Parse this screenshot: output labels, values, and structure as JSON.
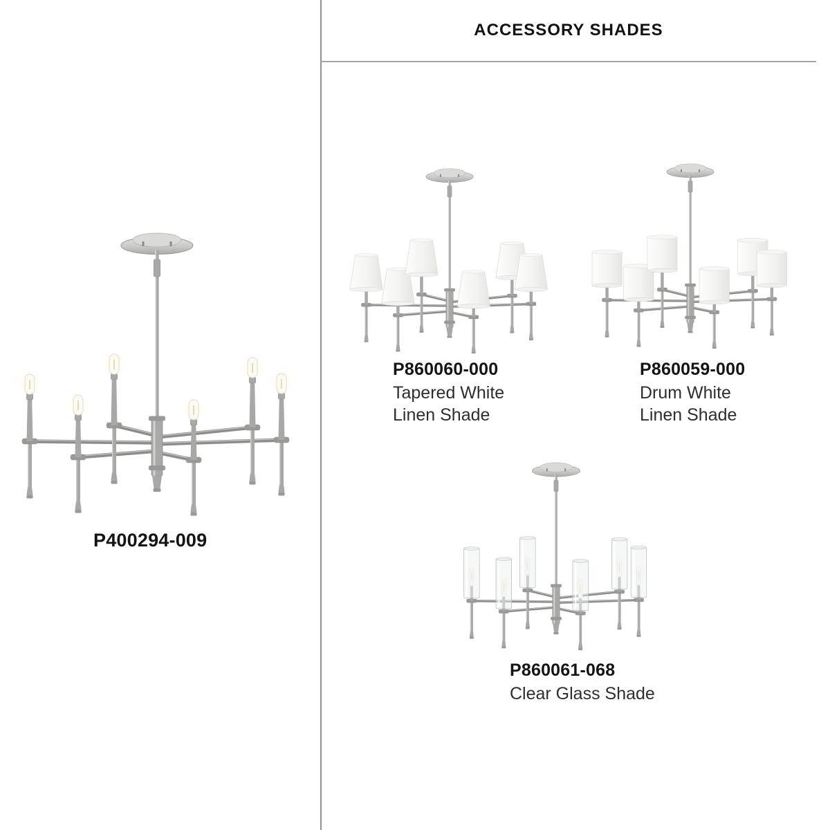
{
  "header": {
    "title": "ACCESSORY SHADES"
  },
  "products": {
    "main": {
      "code": "P400294-009",
      "shade_type": "bulb",
      "description_lines": []
    },
    "accessories": [
      {
        "code": "P860060-000",
        "description_lines": [
          "Tapered White",
          "Linen Shade"
        ],
        "shade_type": "tapered"
      },
      {
        "code": "P860059-000",
        "description_lines": [
          "Drum White",
          "Linen Shade"
        ],
        "shade_type": "drum"
      },
      {
        "code": "P860061-068",
        "description_lines": [
          "Clear Glass Shade"
        ],
        "shade_type": "glass"
      }
    ]
  },
  "colors": {
    "background": "#ffffff",
    "divider_gray": "#8f8f8f",
    "text_black": "#141414",
    "text_dark": "#2e2e2e",
    "nickel_metal": "#a8a8a6",
    "shade_white": "#f3f3f1",
    "glass_tint": "#eef1f2",
    "bulb_warm_white": "#fbfaf4"
  }
}
